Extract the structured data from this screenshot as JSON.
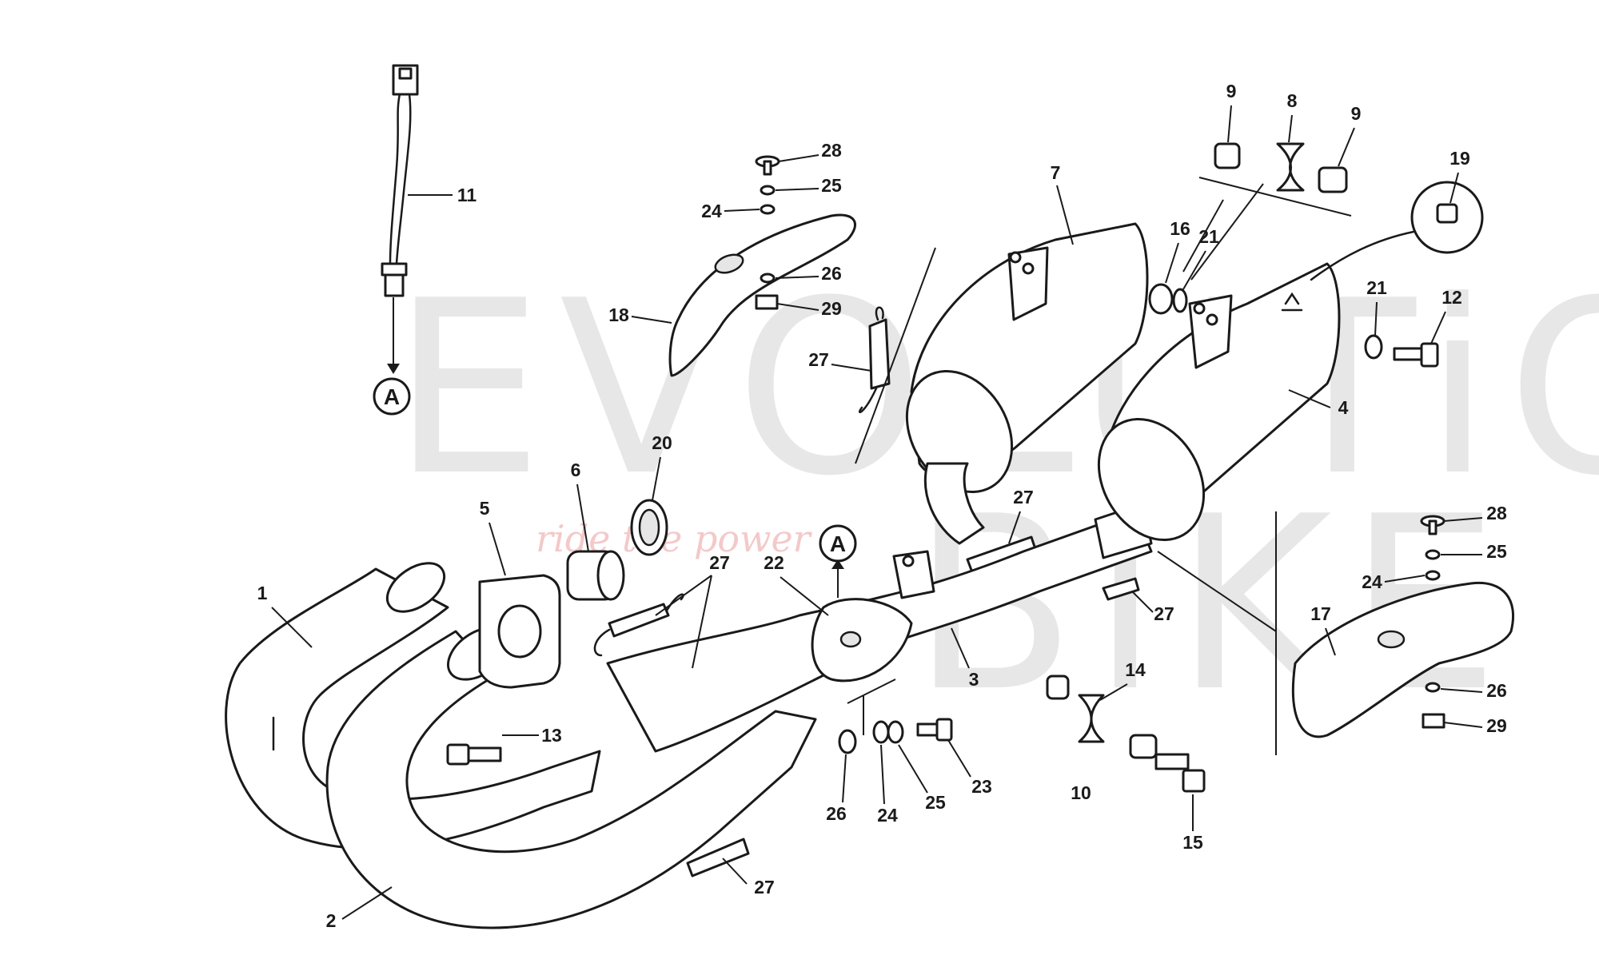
{
  "watermark": {
    "brand_line_1": "EVOLUTiON",
    "brand_line_2": "BiKE",
    "slogan": "ride the power"
  },
  "reference_marker": "A",
  "callouts": [
    "1",
    "2",
    "3",
    "4",
    "5",
    "6",
    "7",
    "8",
    "9",
    "10",
    "11",
    "12",
    "13",
    "14",
    "15",
    "16",
    "17",
    "18",
    "19",
    "20",
    "21",
    "22",
    "23",
    "24",
    "25",
    "26",
    "27",
    "28",
    "29"
  ]
}
